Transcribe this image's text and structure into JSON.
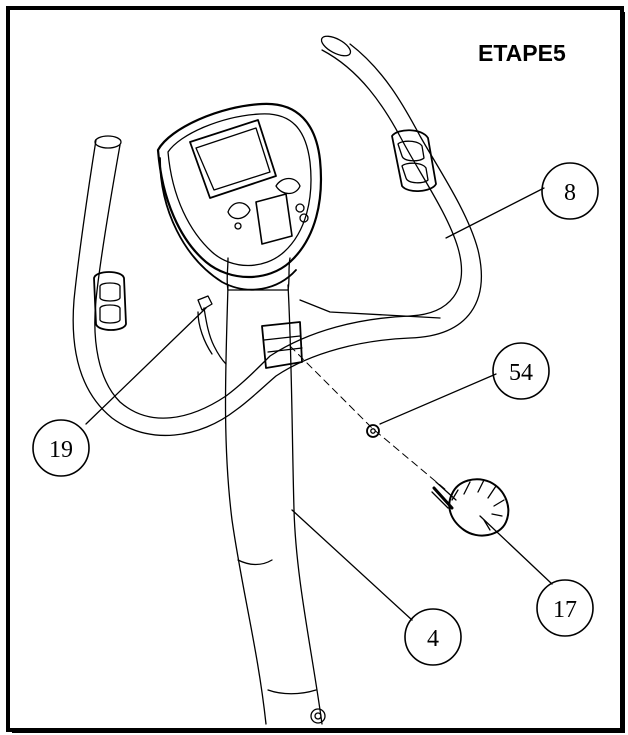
{
  "step_title": "ETAPE5",
  "callouts": [
    {
      "id": "8",
      "label": "8"
    },
    {
      "id": "54",
      "label": "54"
    },
    {
      "id": "19",
      "label": "19"
    },
    {
      "id": "17",
      "label": "17"
    },
    {
      "id": "4",
      "label": "4"
    }
  ],
  "colors": {
    "line": "#000000",
    "background": "#ffffff"
  }
}
